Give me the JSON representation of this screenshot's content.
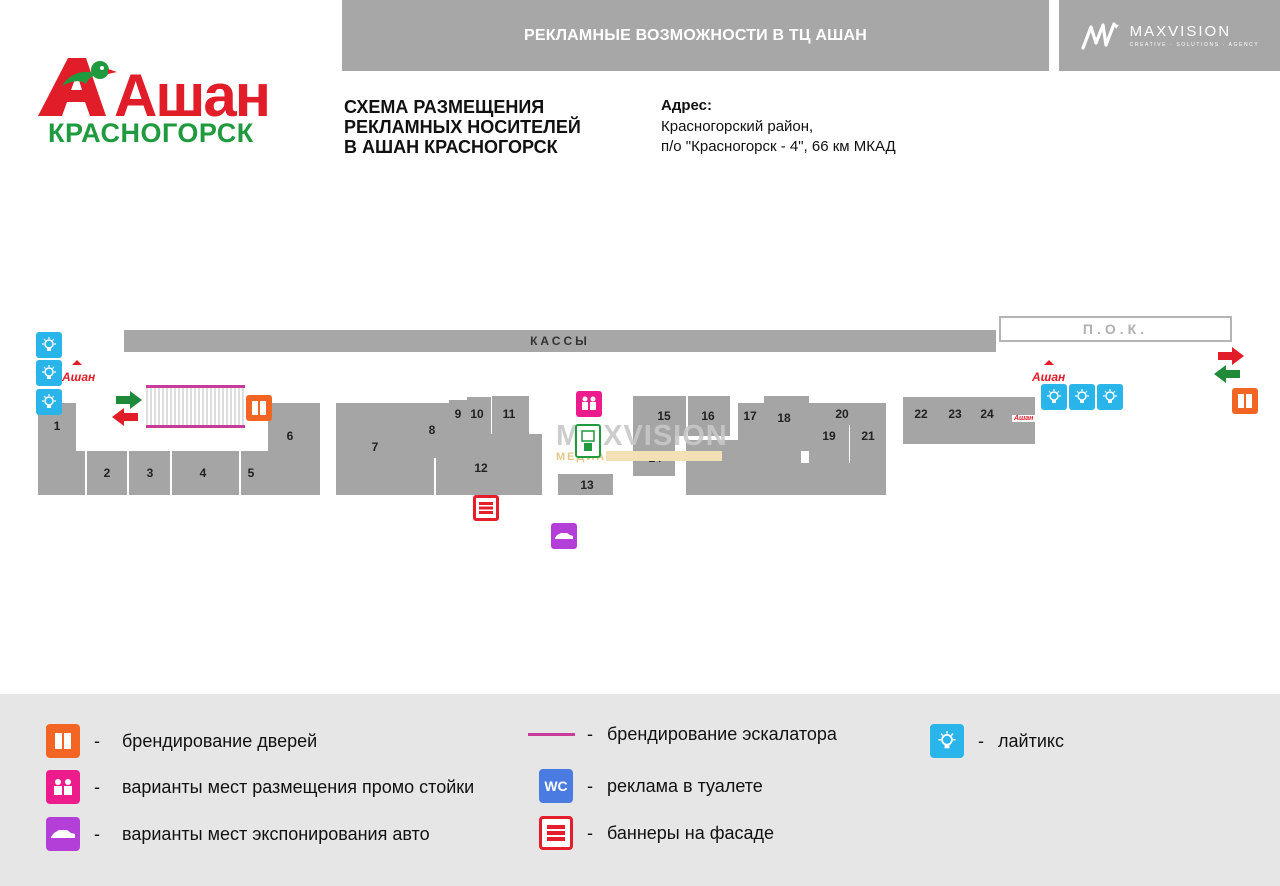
{
  "header": {
    "banner_title": "РЕКЛАМНЫЕ ВОЗМОЖНОСТИ В ТЦ АШАН",
    "partner_logo": {
      "word": "MAXVISION",
      "tagline": "CREATIVE · SOLUTIONS · AGENCY"
    }
  },
  "brand": {
    "name": "Ашан",
    "city": "КРАСНОГОРСК",
    "colors": {
      "red": "#e11d2a",
      "green": "#1f9a3e"
    }
  },
  "title": {
    "lines": [
      "СХЕМА РАЗМЕЩЕНИЯ",
      "РЕКЛАМНЫХ НОСИТЕЛЕЙ",
      "В АШАН КРАСНОГОРСК"
    ]
  },
  "address": {
    "label": "Адрес:",
    "lines": [
      "Красногорский район,",
      "п/о \"Красногорск - 4\", 66 км МКАД"
    ]
  },
  "map": {
    "cashiers_label": "КАССЫ",
    "pok_label": "П.О.К.",
    "mini_logo": "Ашан",
    "mini_logo_right": "Ашан",
    "mini_logo_tiny": "Ашан",
    "watermark": "MAXVISION",
    "watermark_sub": "МЕДИА",
    "units": [
      "1",
      "2",
      "3",
      "4",
      "5",
      "6",
      "7",
      "8",
      "9",
      "10",
      "11",
      "12",
      "13",
      "14",
      "15",
      "16",
      "17",
      "18",
      "19",
      "20",
      "21",
      "22",
      "23",
      "24"
    ]
  },
  "legend": {
    "dash": "-",
    "items": [
      {
        "icon": "door-icon",
        "label": "брендирование дверей"
      },
      {
        "icon": "promo-stand-icon",
        "label": "варианты мест размещения промо стойки"
      },
      {
        "icon": "car-icon",
        "label": "варианты мест экспонирования авто"
      },
      {
        "icon": "escalator-line",
        "label": "брендирование эскалатора"
      },
      {
        "icon": "wc-icon",
        "label": "реклама в туалете",
        "icon_text": "WC"
      },
      {
        "icon": "banner-icon",
        "label": "баннеры на фасаде"
      },
      {
        "icon": "lightbox-icon",
        "label": "лайтикс"
      }
    ]
  },
  "colors": {
    "door": "#f26522",
    "promo": "#ec1c8c",
    "car": "#b43fd8",
    "escalator": "#c93b99",
    "wc": "#4a7be0",
    "banner": "#e41e2b",
    "lightbox": "#29b4ea",
    "unit": "#a5a5a5"
  }
}
